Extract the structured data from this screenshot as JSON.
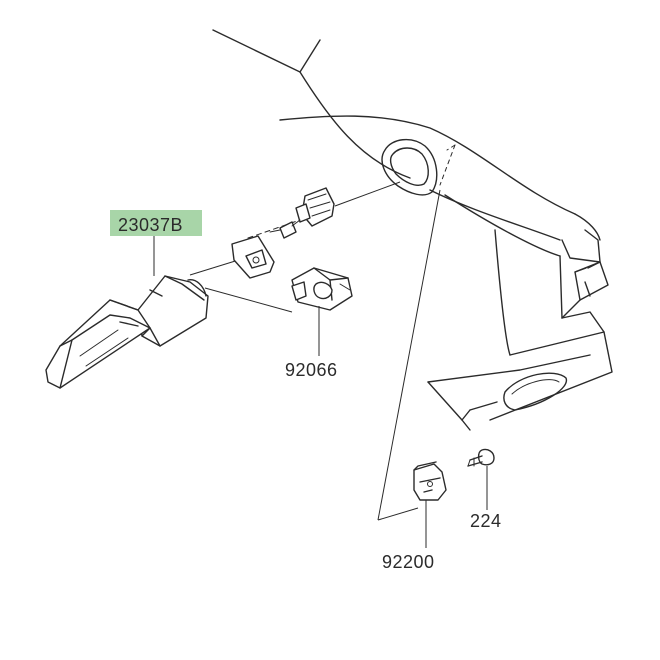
{
  "diagram": {
    "highlight_color": "#a8d5a8",
    "line_color": "#2b2b2b",
    "parts": [
      {
        "number": "23037B",
        "highlighted": true
      },
      {
        "number": "92066",
        "highlighted": false
      },
      {
        "number": "224",
        "highlighted": false
      },
      {
        "number": "92200",
        "highlighted": false
      }
    ]
  }
}
